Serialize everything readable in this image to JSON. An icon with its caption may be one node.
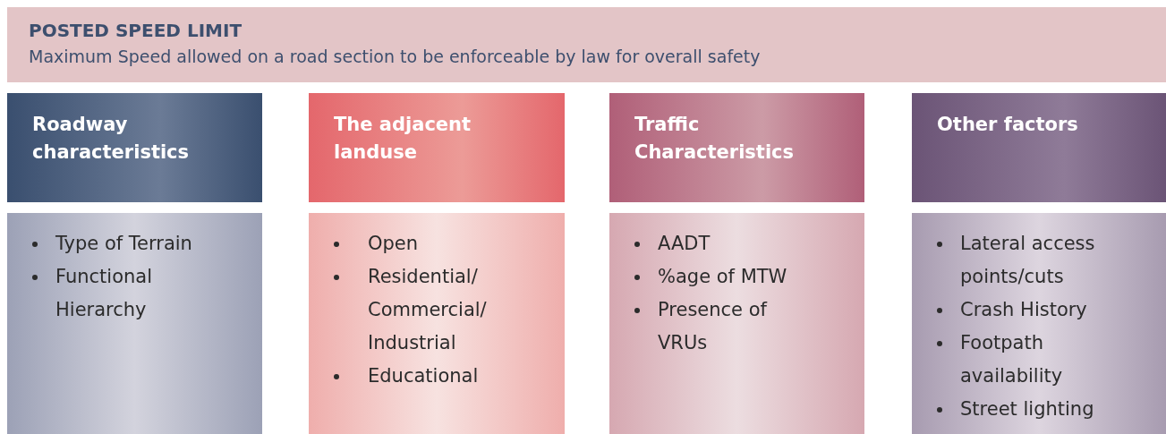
{
  "diagram": {
    "nodes": [
      {
        "text": [
          "POSTED SPEED LIMIT",
          "Maximum Speed allowed on a road section to be enforceable by law for overall safety"
        ]
      },
      {
        "text": [
          "Roadway characteristics"
        ]
      },
      {
        "text": [
          "The adjacent landuse"
        ]
      },
      {
        "text": [
          "Traffic Characteristics"
        ]
      },
      {
        "text": [
          "Other factors"
        ]
      },
      {
        "text": [
          "Type of Terrain",
          "Functional Hierarchy"
        ]
      },
      {
        "text": [
          "Open",
          "Residential/ Commercial/ Industrial",
          "Educational"
        ]
      },
      {
        "text": [
          "AADT",
          "%age of MTW",
          "Presence of VRUs"
        ]
      },
      {
        "text": [
          "Lateral access points/cuts",
          "Crash History",
          "Footpath availability",
          "Street lighting"
        ]
      }
    ],
    "edges": []
  }
}
